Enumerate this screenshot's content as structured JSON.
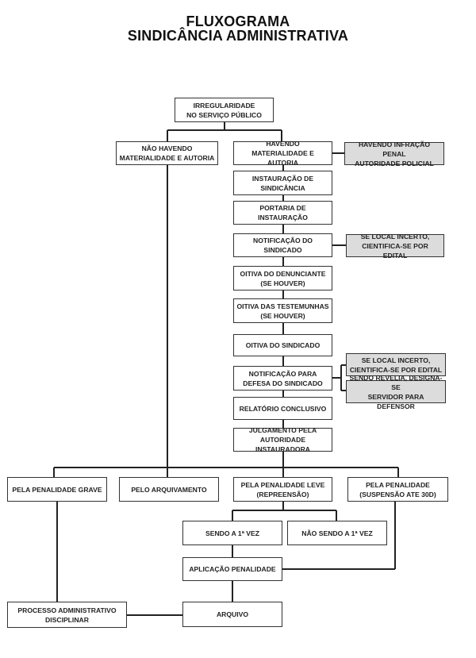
{
  "title": {
    "line1": "FLUXOGRAMA",
    "line2": "SINDICÂNCIA ADMINISTRATIVA"
  },
  "nodes": {
    "irregularidade": "IRREGULARIDADE\nNO SERVIÇO PÚBLICO",
    "nao_havendo": "NÃO HAVENDO\nMATERIALIDADE E AUTORIA",
    "havendo": "HAVENDO\nMATERIALIDADE E AUTORIA",
    "infracao_penal": "HAVENDO INFRAÇÃO PENAL\nAUTORIDADE POLICIAL",
    "instauracao": "INSTAURAÇÃO DE\nSINDICÂNCIA",
    "portaria": "PORTARIA DE\nINSTAURAÇÃO",
    "notificacao": "NOTIFICAÇÃO DO\nSINDICADO",
    "local_incerto_1": "SE LOCAL INCERTO,\nCIENTIFICA-SE POR EDITAL",
    "oitiva_denunciante": "OITIVA DO DENUNCIANTE\n(SE HOUVER)",
    "oitiva_testemunhas": "OITIVA DAS TESTEMUNHAS\n(SE HOUVER)",
    "oitiva_sindicado": "OITIVA DO SINDICADO",
    "notificacao_defesa": "NOTIFICAÇÃO PARA\nDEFESA DO SINDICADO",
    "local_incerto_2": "SE LOCAL INCERTO,\nCIENTIFICA-SE POR EDITAL",
    "revelia": "SENDO REVELIA, DESIGNA-SE\nSERVIDOR PARA DEFENSOR",
    "relatorio": "RELATÓRIO CONCLUSIVO",
    "julgamento": "JULGAMENTO PELA\nAUTORIDADE INSTAURADORA",
    "penalidade_grave": "PELA PENALIDADE GRAVE",
    "arquivamento": "PELO ARQUIVAMENTO",
    "penalidade_leve": "PELA PENALIDADE LEVE\n(REPREENSÃO)",
    "penalidade_suspensao": "PELA PENALIDADE\n(SUSPENSÃO ATE 30D)",
    "primeira_vez": "SENDO A 1ª VEZ",
    "nao_primeira_vez": "NÃO SENDO A 1ª VEZ",
    "aplicacao": "APLICAÇÃO PENALIDADE",
    "processo": "PROCESSO ADMINISTRATIVO\nDISCIPLINAR",
    "arquivo": "ARQUIVO"
  }
}
